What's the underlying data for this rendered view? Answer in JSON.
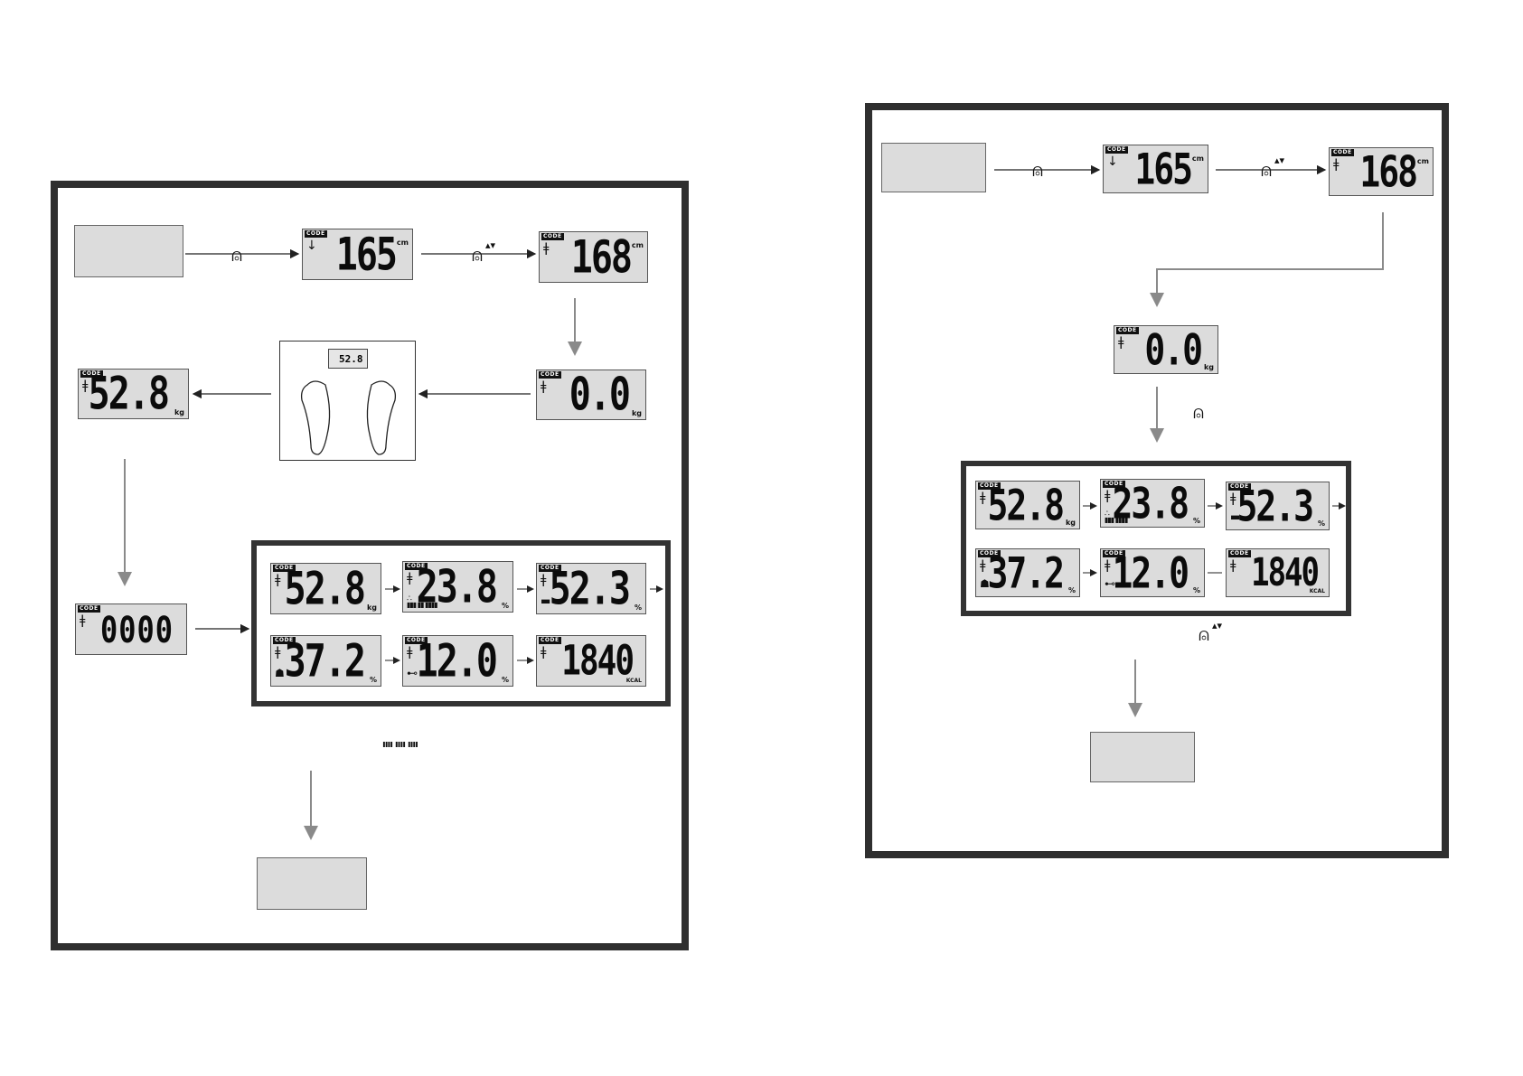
{
  "lcd_label": "CODE",
  "displays": {
    "height_165": {
      "value": "165",
      "unit": "cm"
    },
    "height_168": {
      "value": "168",
      "unit": "cm"
    },
    "zero": {
      "value": "0.0",
      "unit": "kg"
    },
    "weight_flash": {
      "value": "52.8",
      "unit": "kg"
    },
    "scanning": {
      "value": "0000"
    },
    "mini_scale": {
      "value": "52.8"
    },
    "weight": {
      "value": "52.8",
      "unit": "kg"
    },
    "fat": {
      "value": "23.8",
      "unit": "%"
    },
    "water": {
      "value": "52.3",
      "unit": "%"
    },
    "muscle": {
      "value": "37.2",
      "unit": "%"
    },
    "bone": {
      "value": "12.0",
      "unit": "%"
    },
    "calories": {
      "value": "1840",
      "unit": "KCAL"
    }
  },
  "dashes_text": "ıııı ıııı ıııı",
  "icons": {
    "press_button": "finger-button-icon",
    "up_down": "up-down-triangle-icon",
    "person": "person-icon"
  },
  "colors": {
    "lcd_bg": "#dcdcdc",
    "frame": "#333333",
    "arrow": "#8a8a8a"
  }
}
